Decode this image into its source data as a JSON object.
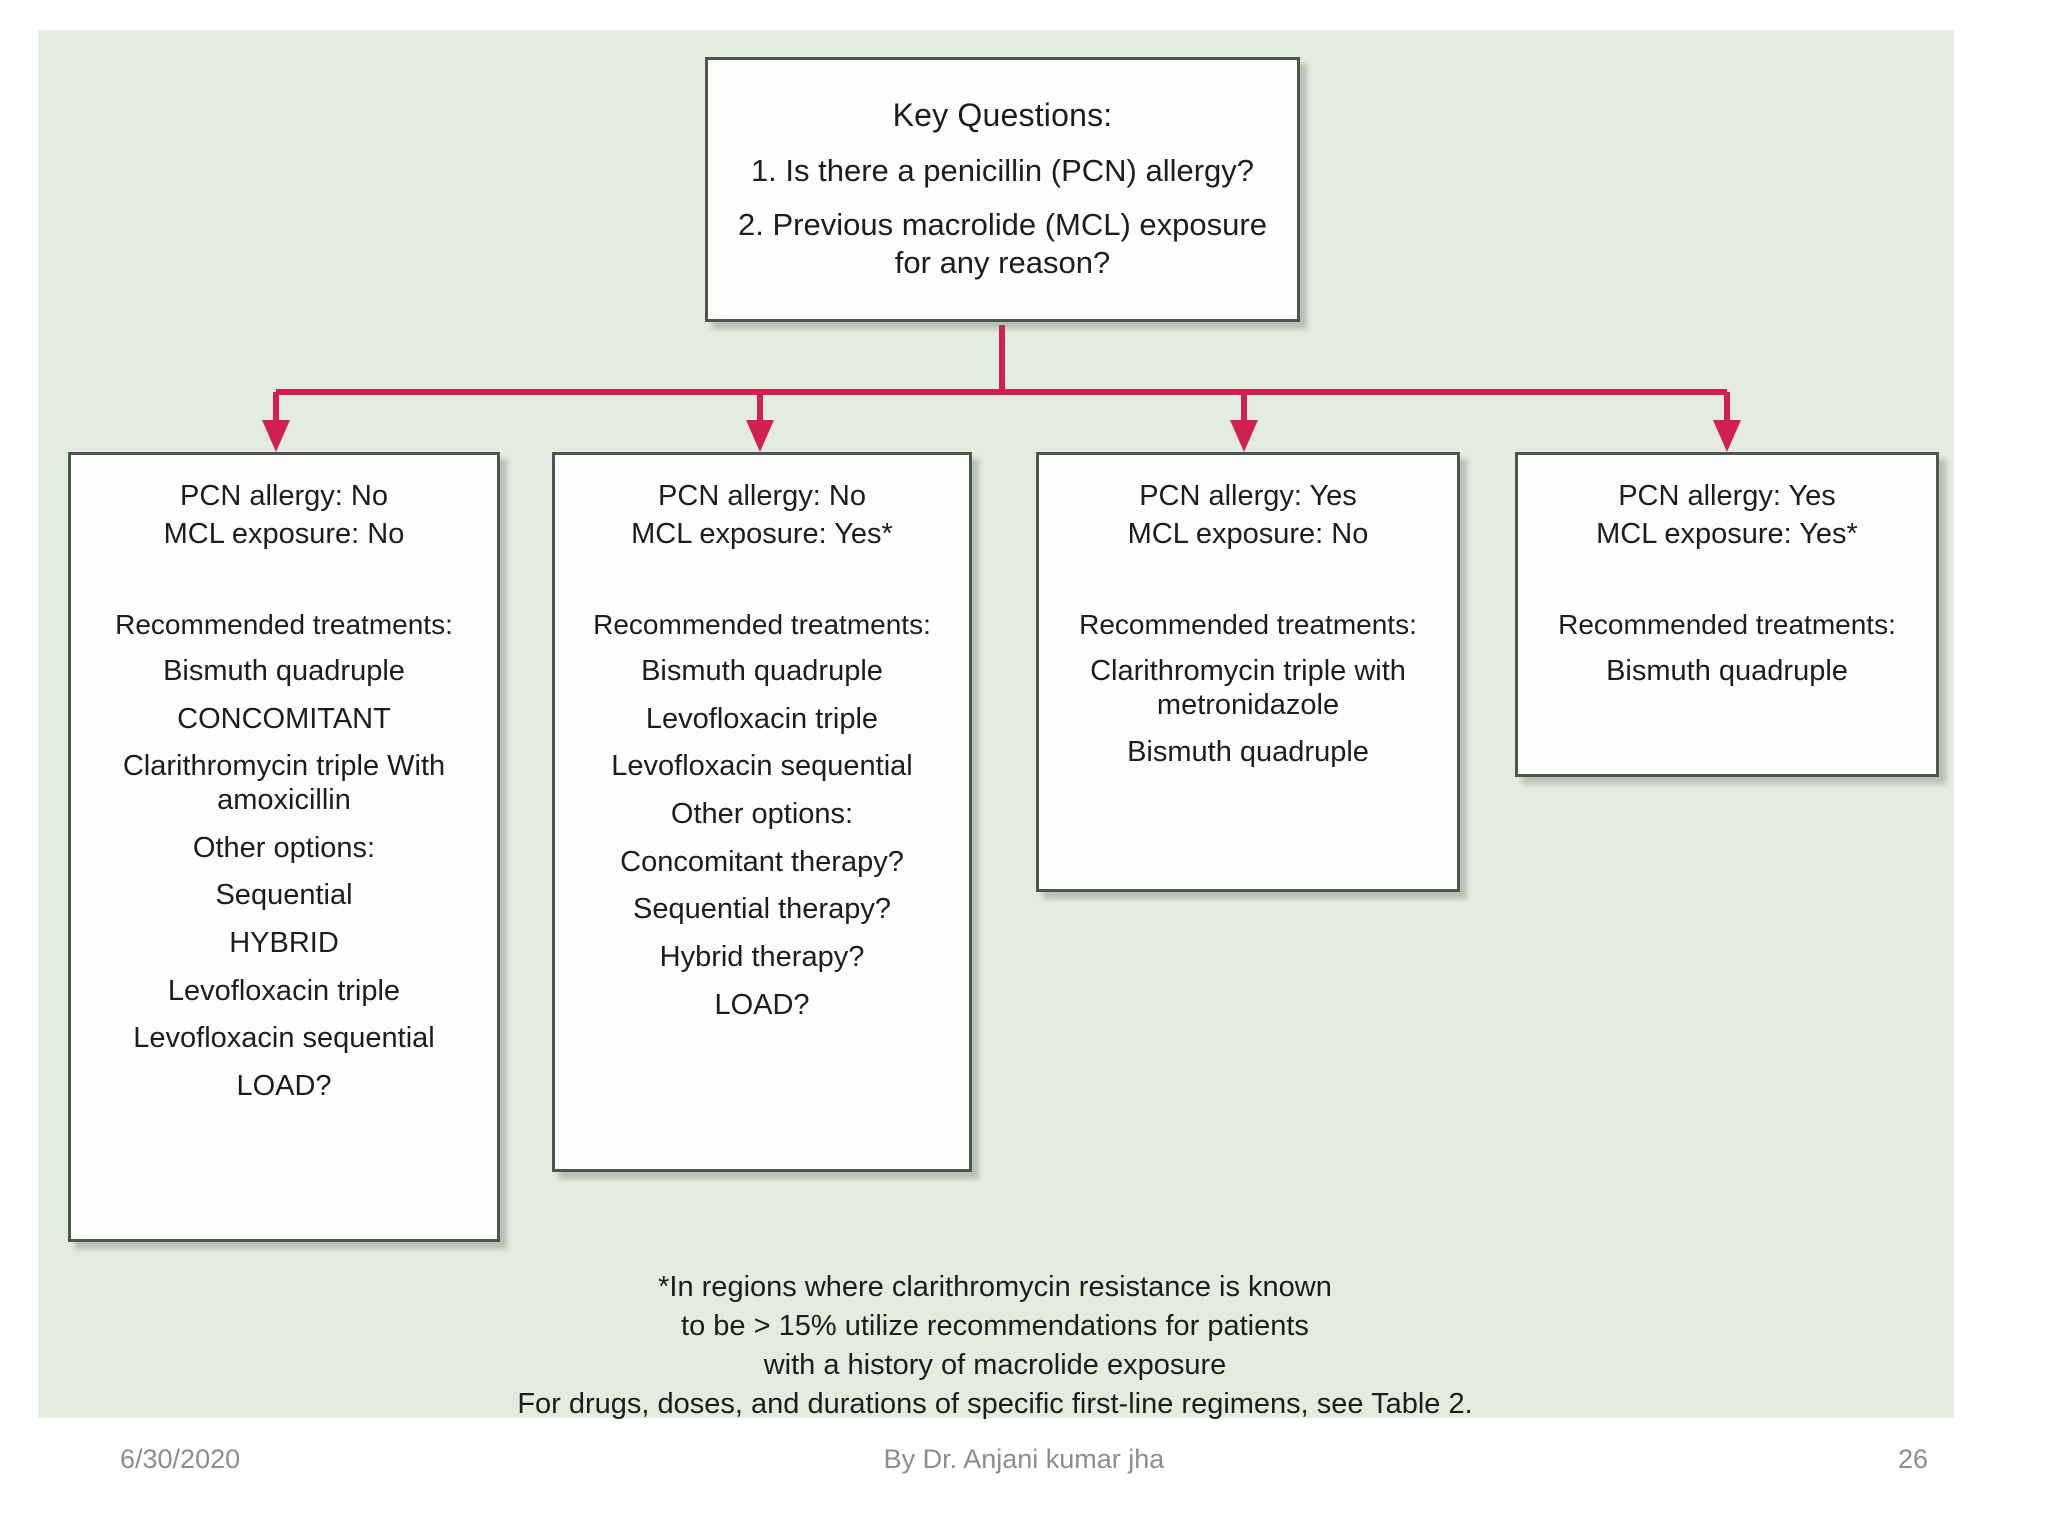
{
  "slide": {
    "background_color": "#e3ecdf",
    "page_background": "#ffffff",
    "box_border_color": "#4d564c",
    "box_fill_color": "#fdfdfb",
    "connector_color": "#d21f52"
  },
  "key_questions": {
    "title": "Key Questions:",
    "items": [
      "1. Is there a penicillin (PCN) allergy?",
      "2. Previous macrolide (MCL) exposure for any reason?"
    ]
  },
  "branches": [
    {
      "pcn": "PCN allergy: No",
      "mcl": "MCL exposure: No",
      "rec_head": "Recommended treatments:",
      "treatments": [
        "Bismuth quadruple",
        "CONCOMITANT",
        "Clarithromycin triple With amoxicillin",
        "Other options:",
        "Sequential",
        "HYBRID",
        "Levofloxacin triple",
        "Levofloxacin sequential",
        "LOAD?"
      ]
    },
    {
      "pcn": "PCN allergy: No",
      "mcl": "MCL exposure: Yes*",
      "rec_head": "Recommended treatments:",
      "treatments": [
        "Bismuth quadruple",
        "Levofloxacin triple",
        "Levofloxacin sequential",
        "Other options:",
        "Concomitant therapy?",
        "Sequential therapy?",
        "Hybrid therapy?",
        "LOAD?"
      ]
    },
    {
      "pcn": "PCN allergy: Yes",
      "mcl": "MCL exposure: No",
      "rec_head": "Recommended treatments:",
      "treatments": [
        "Clarithromycin triple with metronidazole",
        "Bismuth quadruple"
      ]
    },
    {
      "pcn": "PCN allergy: Yes",
      "mcl": "MCL exposure: Yes*",
      "rec_head": "Recommended treatments:",
      "treatments": [
        "Bismuth quadruple"
      ]
    }
  ],
  "footnote": [
    "*In regions where clarithromycin resistance is known",
    "to be > 15% utilize recommendations for patients",
    "with a history of macrolide exposure",
    "For drugs, doses, and durations of specific first-line regimens, see Table 2."
  ],
  "footer": {
    "date": "6/30/2020",
    "author": "By Dr. Anjani kumar jha",
    "page_number": "26"
  }
}
